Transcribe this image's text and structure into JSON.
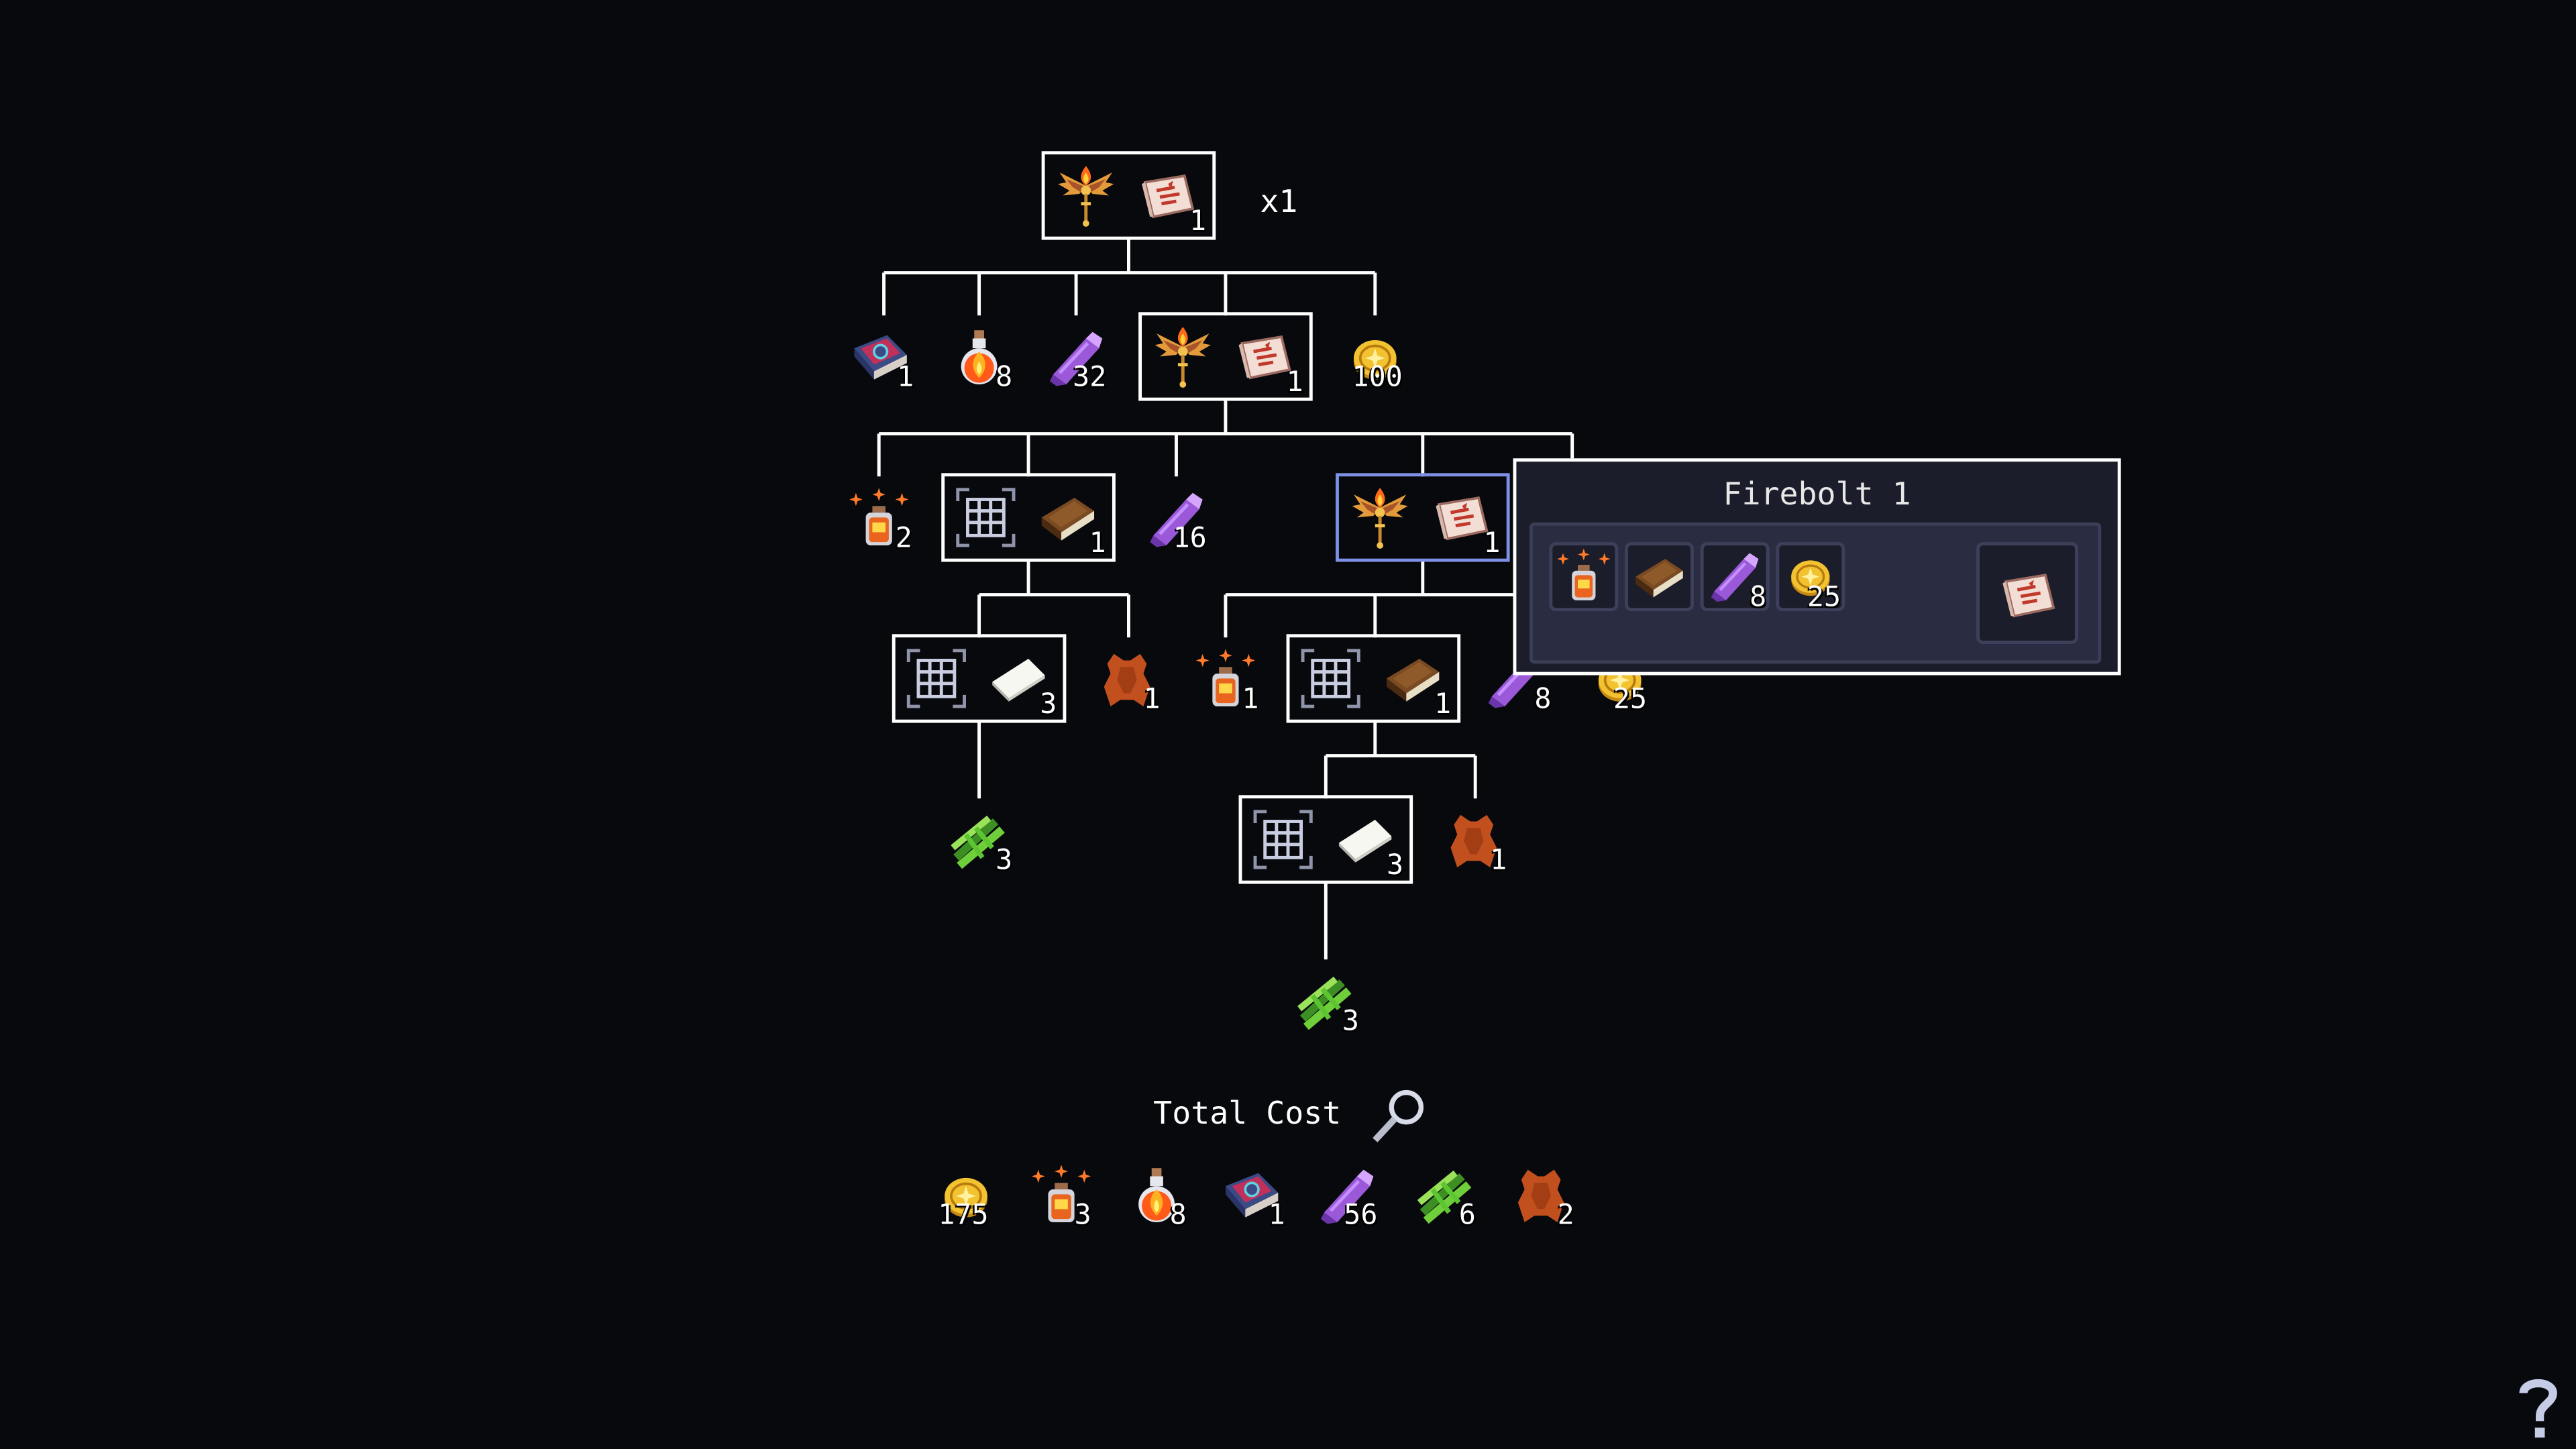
{
  "colors": {
    "background": "#07090d",
    "line": "#ffffff",
    "selected_border": "#7e8fe6",
    "tooltip_bg": "#1b1d2a"
  },
  "root": {
    "multiplier": "x1",
    "output_qty": "1",
    "icons": [
      "phoenix-staff-icon",
      "spell-scroll-icon"
    ]
  },
  "tier1": {
    "tome": "1",
    "fire_potion": "8",
    "crystal": "32",
    "coin": "100",
    "recipe": {
      "output_qty": "1"
    }
  },
  "tier2": {
    "essence": "2",
    "crystal": "16",
    "book_recipe": {
      "output_qty": "1"
    },
    "firebolt_recipe": {
      "output_qty": "1"
    },
    "hidden_crystal": "8",
    "hidden_coin": "25"
  },
  "tier3": {
    "paper_recipe": {
      "output_qty": "3"
    },
    "leather": "1",
    "essence": "1",
    "book_recipe": {
      "output_qty": "1"
    }
  },
  "tier4": {
    "reed": "3",
    "paper_recipe": {
      "output_qty": "3"
    },
    "leather": "1"
  },
  "tier5": {
    "reed": "3"
  },
  "tooltip": {
    "title": "Firebolt 1",
    "ingredients": [
      {
        "icon": "essence-jar-icon",
        "qty": ""
      },
      {
        "icon": "leather-book-icon",
        "qty": ""
      },
      {
        "icon": "crystal-icon",
        "qty": "8"
      },
      {
        "icon": "coin-icon",
        "qty": "25"
      }
    ],
    "output_icon": "spell-scroll-icon"
  },
  "total_cost": {
    "label": "Total Cost",
    "items": [
      {
        "icon": "coin-icon",
        "qty": "175"
      },
      {
        "icon": "essence-jar-icon",
        "qty": "3"
      },
      {
        "icon": "fire-potion-icon",
        "qty": "8"
      },
      {
        "icon": "spell-tome-icon",
        "qty": "1"
      },
      {
        "icon": "crystal-icon",
        "qty": "56"
      },
      {
        "icon": "reed-bundle-icon",
        "qty": "6"
      },
      {
        "icon": "leather-hide-icon",
        "qty": "2"
      }
    ]
  },
  "help": {
    "icon": "question-mark-icon"
  }
}
